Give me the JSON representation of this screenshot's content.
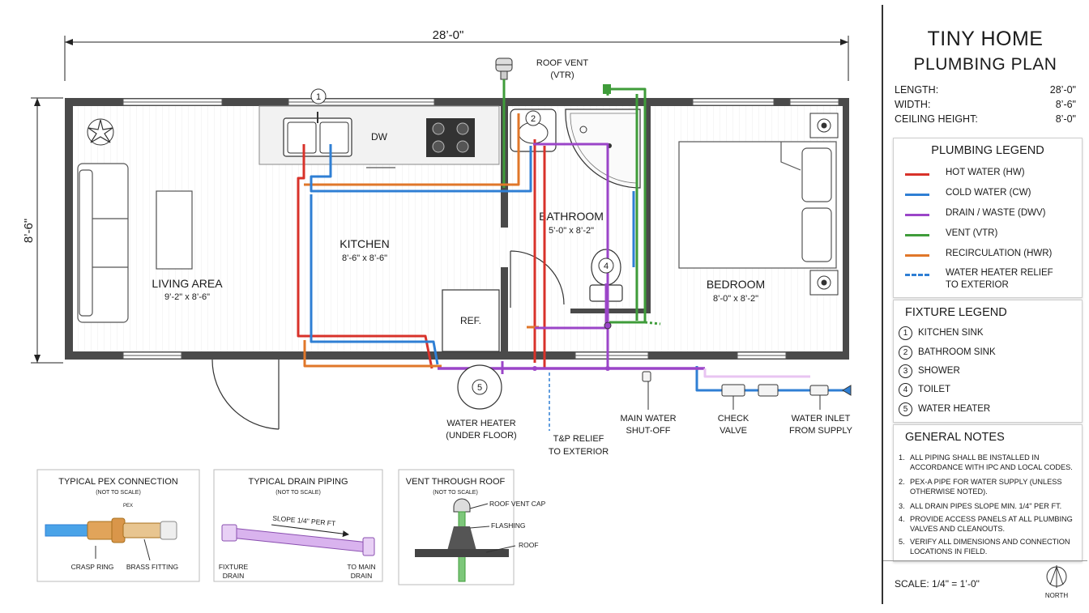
{
  "plan": {
    "overall_width": "28’-0\"",
    "overall_depth": "8’-6\"",
    "roof_vent": [
      "ROOF VENT",
      "(VTR)"
    ],
    "rooms": {
      "living": {
        "name": "LIVING AREA",
        "size": "9’-2\" x 8’-6\""
      },
      "kitchen": {
        "name": "KITCHEN",
        "size": "8’-6\" x 8’-6\""
      },
      "bathroom": {
        "name": "BATHROOM",
        "size": "5’-0\" x 8’-2\""
      },
      "bedroom": {
        "name": "BEDROOM",
        "size": "8’-0\" x 8’-2\""
      }
    },
    "dishwasher": "DW",
    "refrigerator": "REF.",
    "fixture_tags": [
      "1",
      "2",
      "4",
      "5"
    ],
    "callouts": {
      "water_heater": [
        "WATER HEATER",
        "(UNDER FLOOR)"
      ],
      "tp_relief": [
        "T&P RELIEF",
        "TO EXTERIOR"
      ],
      "shutoff": [
        "MAIN WATER",
        "SHUT-OFF"
      ],
      "check_valve": [
        "CHECK",
        "VALVE"
      ],
      "water_inlet": [
        "WATER INLET",
        "FROM SUPPLY"
      ]
    }
  },
  "details": {
    "pex": {
      "title": "TYPICAL PEX CONNECTION",
      "subtitle": "(NOT TO SCALE)",
      "tiny_label": "PEX",
      "label_left": "CRASP RING",
      "label_right": "BRASS FITTING"
    },
    "drain": {
      "title": "TYPICAL DRAIN PIPING",
      "subtitle": "(NOT TO SCALE)",
      "slope": "SLOPE 1/4\" PER FT",
      "label_left": [
        "FIXTURE",
        "DRAIN"
      ],
      "label_right": [
        "TO MAIN",
        "DRAIN"
      ]
    },
    "vent": {
      "title": "VENT THROUGH ROOF",
      "subtitle": "(NOT TO SCALE)",
      "cap": "ROOF VENT CAP",
      "flashing": "FLASHING",
      "roof": "ROOF"
    }
  },
  "titleblock": {
    "title1": "TINY HOME",
    "title2": "PLUMBING PLAN",
    "dims": [
      {
        "k": "LENGTH:",
        "v": "28’-0\""
      },
      {
        "k": "WIDTH:",
        "v": "8’-6\""
      },
      {
        "k": "CEILING HEIGHT:",
        "v": "8’-0\""
      }
    ],
    "plumbing_legend_title": "PLUMBING LEGEND",
    "plumbing_legend": [
      {
        "label": "HOT WATER (HW)",
        "color": "#d8322a",
        "style": "solid"
      },
      {
        "label": "COLD WATER (CW)",
        "color": "#2f7fd4",
        "style": "solid"
      },
      {
        "label": "DRAIN / WASTE (DWV)",
        "color": "#9b45c8",
        "style": "solid"
      },
      {
        "label": "VENT (VTR)",
        "color": "#3f9c3a",
        "style": "solid"
      },
      {
        "label": "RECIRCULATION (HWR)",
        "color": "#e0772a",
        "style": "solid"
      },
      {
        "label": "WATER HEATER RELIEF",
        "label2": "TO EXTERIOR",
        "color": "#2f7fd4",
        "style": "dashed"
      }
    ],
    "fixture_legend_title": "FIXTURE LEGEND",
    "fixture_legend": [
      {
        "num": "1",
        "label": "KITCHEN SINK"
      },
      {
        "num": "2",
        "label": "BATHROOM SINK"
      },
      {
        "num": "3",
        "label": "SHOWER"
      },
      {
        "num": "4",
        "label": "TOILET"
      },
      {
        "num": "5",
        "label": "WATER HEATER"
      }
    ],
    "notes_title": "GENERAL NOTES",
    "notes": [
      {
        "n": "1.",
        "text": "ALL PIPING SHALL BE INSTALLED IN ACCORDANCE WITH IPC AND LOCAL CODES."
      },
      {
        "n": "2.",
        "text": "PEX-A PIPE FOR WATER SUPPLY (UNLESS OTHERWISE NOTED)."
      },
      {
        "n": "3.",
        "text": "ALL DRAIN PIPES SLOPE MIN. 1/4\" PER FT."
      },
      {
        "n": "4.",
        "text": "PROVIDE ACCESS PANELS AT ALL PLUMBING VALVES AND CLEANOUTS."
      },
      {
        "n": "5.",
        "text": "VERIFY ALL DIMENSIONS AND CONNECTION LOCATIONS IN FIELD."
      }
    ],
    "scale": "SCALE: 1/4\" = 1’-0\"",
    "north": "NORTH"
  },
  "colors": {
    "hot": "#d8322a",
    "cold": "#2f7fd4",
    "drain": "#9b45c8",
    "vent": "#3f9c3a",
    "recirc": "#e0772a",
    "wall": "#444444"
  }
}
